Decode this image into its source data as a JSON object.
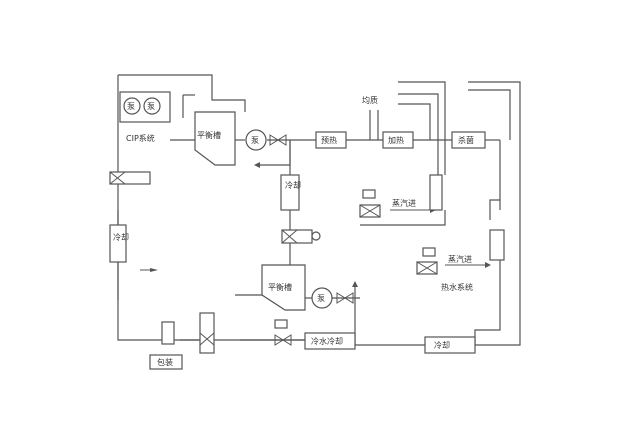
{
  "diagram": {
    "labels": {
      "balance_tank_top": "平衡槽",
      "balance_tank_bottom": "平衡槽",
      "pump_top": "泵",
      "pump_bottom": "泵",
      "cip_pump_1": "泵",
      "cip_pump_2": "泵",
      "cip_system": "CIP系统",
      "preheat": "预热",
      "heating": "加热",
      "sterilize": "杀菌",
      "homogenize": "均质",
      "cooling_left": "冷却",
      "cooling_mid": "冷却",
      "cold_water_cooling": "冷水冷却",
      "cooling_bottom": "冷却",
      "packaging": "包装",
      "steam_in_1": "蒸汽进",
      "steam_in_2": "蒸汽进",
      "hot_water_system": "热水系统"
    }
  }
}
